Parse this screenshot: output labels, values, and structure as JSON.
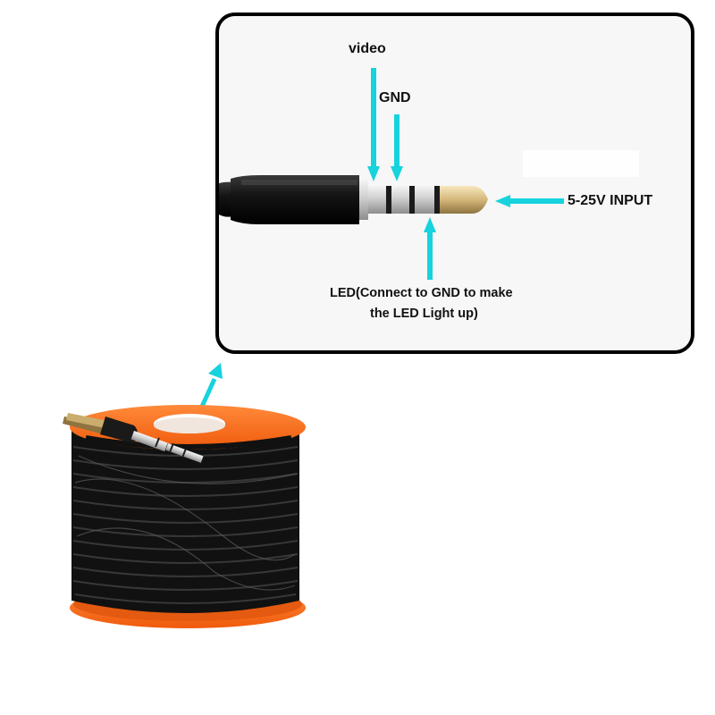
{
  "pinout": {
    "video_label": "video",
    "gnd_label": "GND",
    "input_label": "5-25V INPUT",
    "led_label_line1": "LED(Connect to GND to make",
    "led_label_line2": "the LED Light up)"
  },
  "colors": {
    "arrow": "#16d3dd",
    "spool_flange": "#ff6a1a",
    "cable": "#111111",
    "box_border": "#000000",
    "plug_tip": "#d9c08a"
  },
  "icons": {
    "plug": "trrs-plug-icon",
    "spool": "cable-spool-icon",
    "pointer": "pointer-arrow-icon"
  }
}
